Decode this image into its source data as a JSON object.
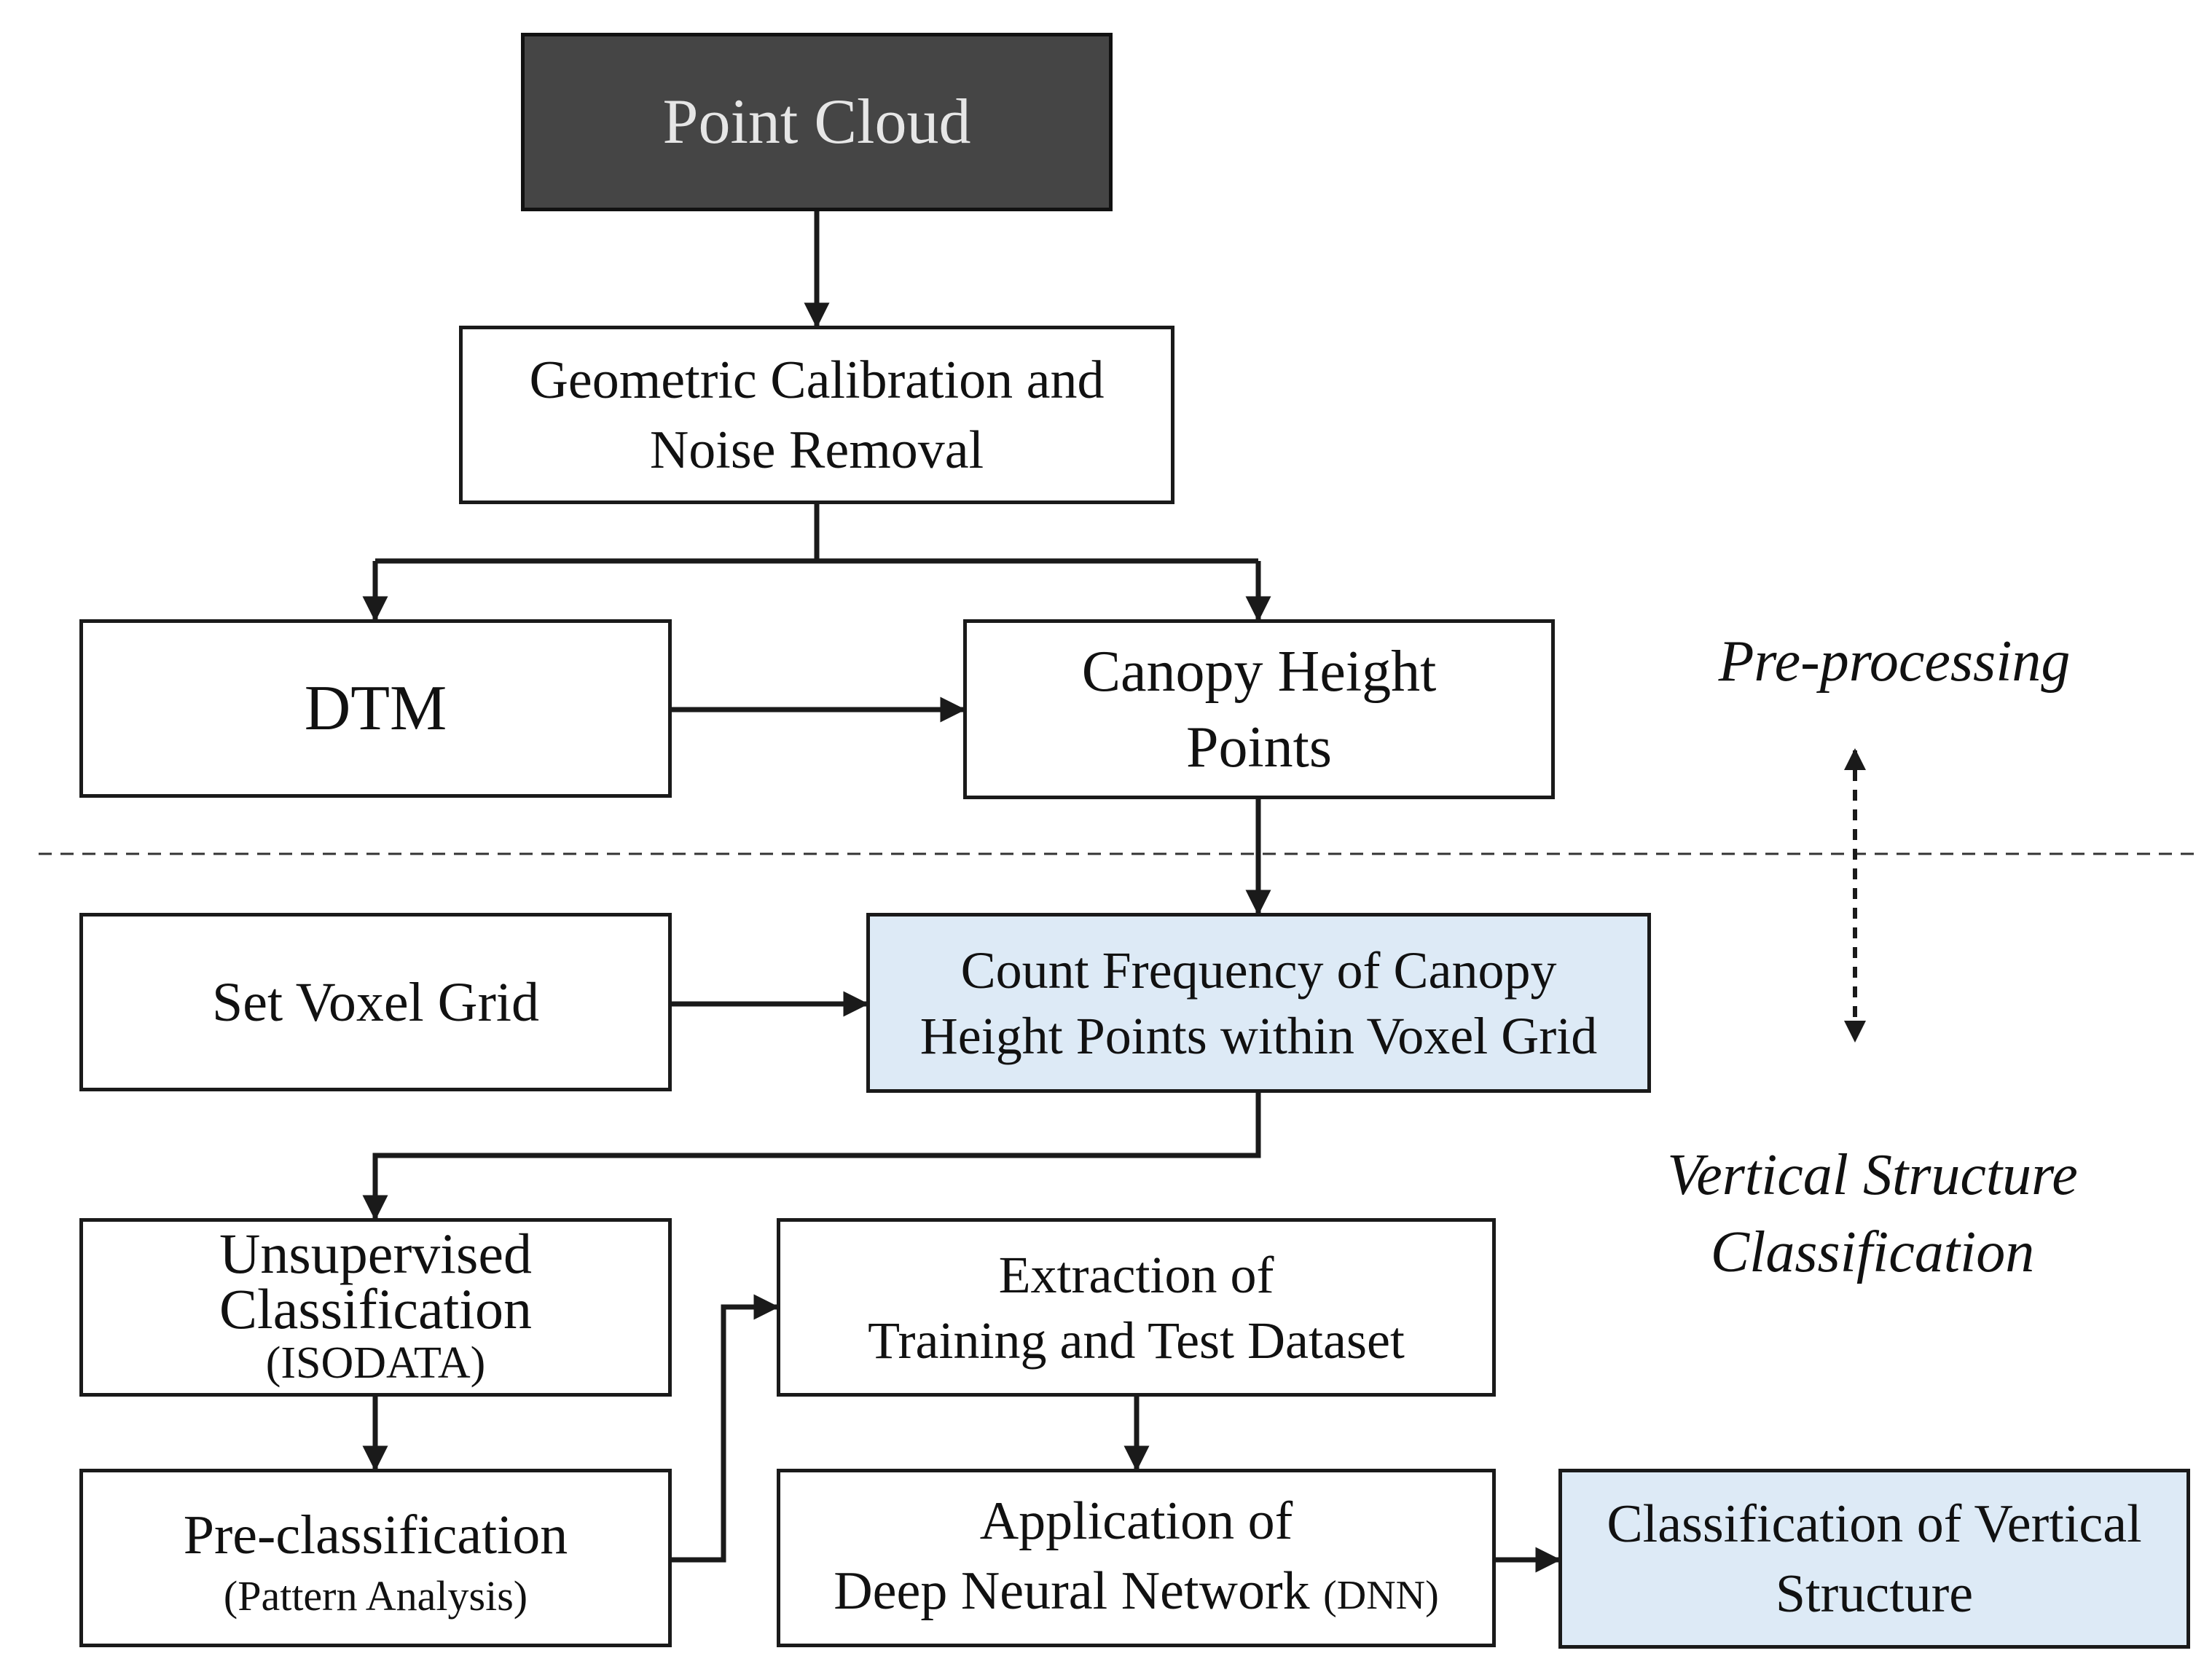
{
  "nodes": {
    "point_cloud": {
      "lines": [
        "Point Cloud"
      ]
    },
    "calibration": {
      "lines": [
        "Geometric Calibration and",
        "Noise Removal"
      ]
    },
    "dtm": {
      "lines": [
        "DTM"
      ]
    },
    "canopy_points": {
      "lines": [
        "Canopy Height",
        "Points"
      ]
    },
    "voxel_grid": {
      "lines": [
        "Set Voxel Grid"
      ]
    },
    "count_frequency": {
      "lines": [
        "Count Frequency of Canopy",
        "Height Points within Voxel Grid"
      ]
    },
    "unsupervised": {
      "lines": [
        "Unsupervised",
        "Classification"
      ],
      "note": "(ISODATA)"
    },
    "preclassification": {
      "lines": [
        "Pre-classification"
      ],
      "note": "(Pattern Analysis)"
    },
    "extraction": {
      "lines": [
        "Extraction of",
        "Training and Test Dataset"
      ]
    },
    "dnn": {
      "lines": [
        "Application of",
        "Deep Neural Network"
      ],
      "note": "(DNN)"
    },
    "result": {
      "lines": [
        "Classification of Vertical",
        "Structure"
      ]
    }
  },
  "stages": {
    "preprocessing": "Pre-processing",
    "vertical_line1": "Vertical Structure",
    "vertical_line2": "Classification"
  },
  "colors": {
    "stroke": "#1a1a1a",
    "dark_fill": "#454545",
    "highlight_fill": "#ddeaf6"
  }
}
